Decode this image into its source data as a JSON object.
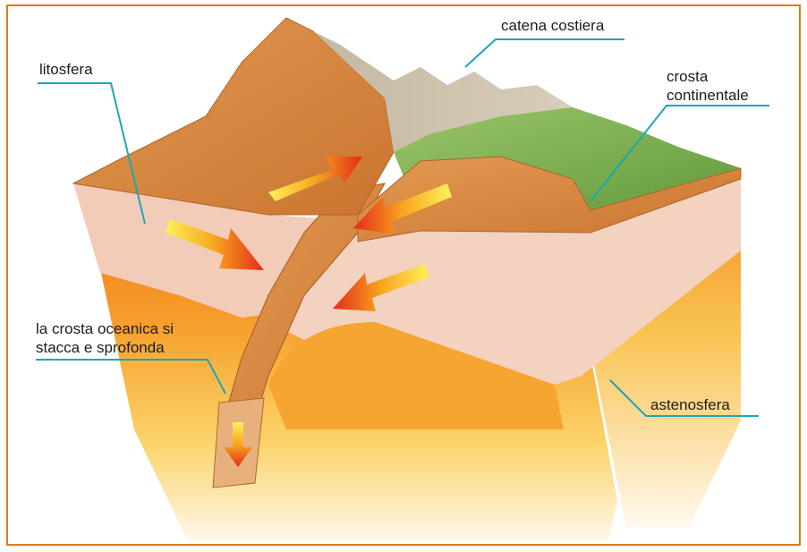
{
  "labels": {
    "litosfera": "litosfera",
    "catena_costiera": "catena costiera",
    "crosta_continentale_1": "crosta",
    "crosta_continentale_2": "continentale",
    "crosta_oceanica_1": "la crosta oceanica si",
    "crosta_oceanica_2": "stacca e sprofonda",
    "astenosfera": "astenosfera"
  },
  "colors": {
    "frame": "#e07a1f",
    "leader_line": "#1aa7b8",
    "crust": "#d9893f",
    "lithosphere": "#f1c9b5",
    "asthenosphere": "#f39a2a",
    "vegetation": "#7fb24a"
  }
}
